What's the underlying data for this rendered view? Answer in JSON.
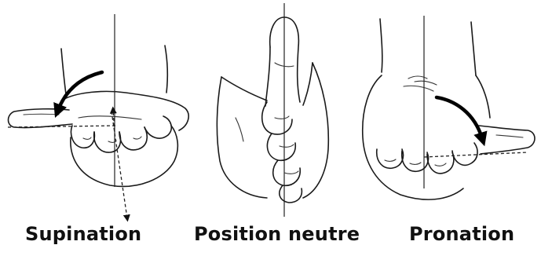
{
  "captions": {
    "supination": "Supination",
    "neutral": "Position neutre",
    "pronation": "Pronation"
  }
}
